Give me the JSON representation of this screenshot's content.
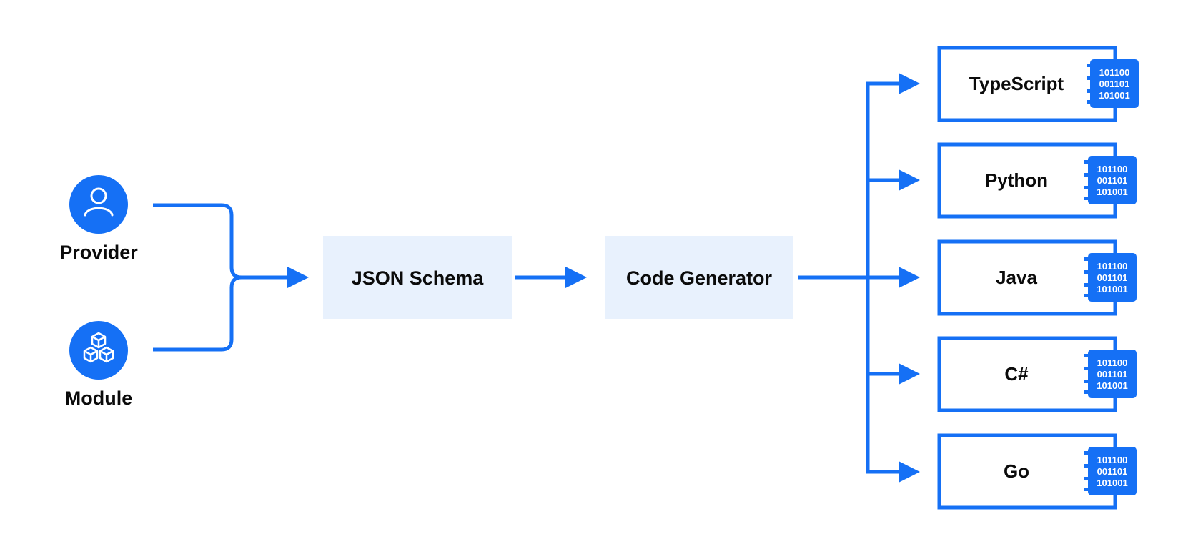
{
  "inputs": [
    {
      "label": "Provider",
      "icon": "user-icon"
    },
    {
      "label": "Module",
      "icon": "cubes-icon"
    }
  ],
  "schema": {
    "label": "JSON Schema"
  },
  "generator": {
    "label": "Code Generator"
  },
  "outputs": [
    {
      "label": "TypeScript",
      "icon": "binary-file-icon"
    },
    {
      "label": "Python",
      "icon": "binary-file-icon"
    },
    {
      "label": "Java",
      "icon": "binary-file-icon"
    },
    {
      "label": "C#",
      "icon": "binary-file-icon"
    },
    {
      "label": "Go",
      "icon": "binary-file-icon"
    }
  ],
  "binary_rows": [
    "101100",
    "001101",
    "101001"
  ],
  "colors": {
    "accent": "#1570f5",
    "process_fill": "#e8f1fd",
    "text": "#0b0b0b",
    "background": "#ffffff"
  }
}
